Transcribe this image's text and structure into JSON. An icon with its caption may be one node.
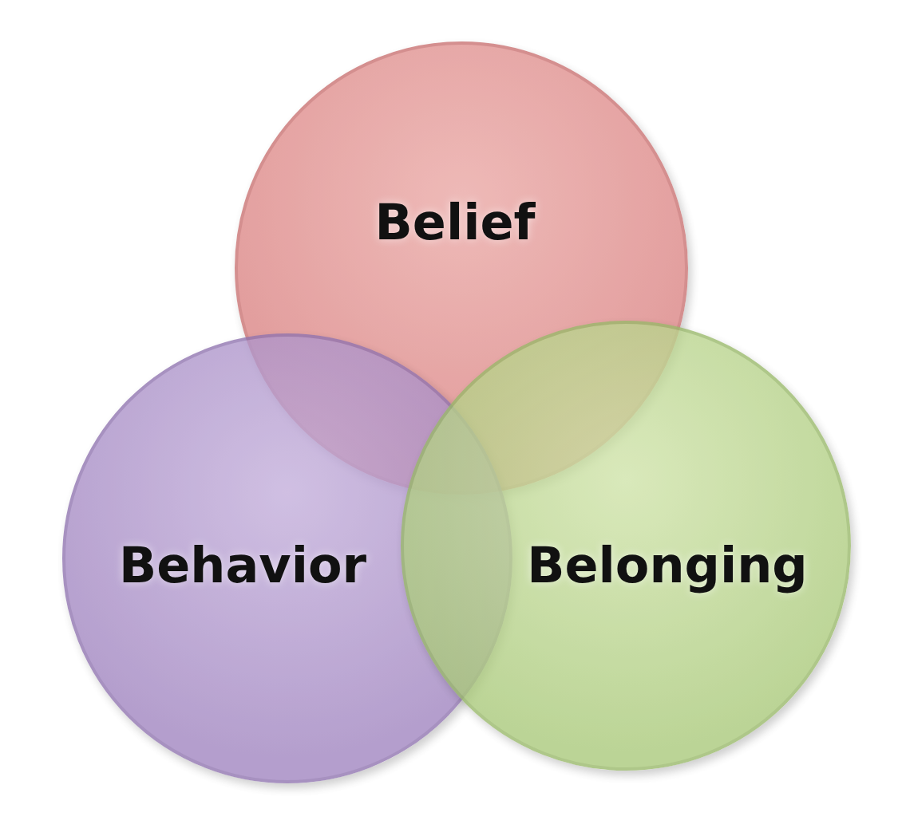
{
  "diagram": {
    "nodes": [
      {
        "text": [
          "Belief"
        ]
      },
      {
        "text": [
          "Behavior"
        ]
      },
      {
        "text": [
          "Belonging"
        ]
      }
    ]
  }
}
